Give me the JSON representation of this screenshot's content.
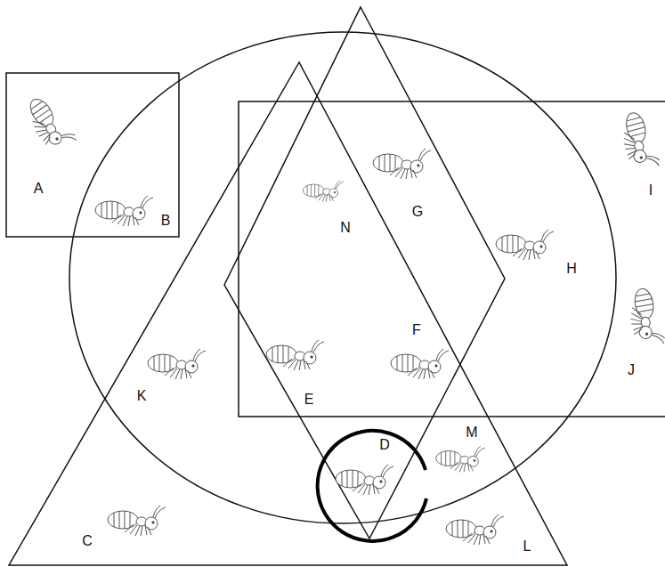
{
  "diagram": {
    "labels": [
      "A",
      "B",
      "I",
      "N",
      "G",
      "H",
      "F",
      "J",
      "K",
      "E",
      "D",
      "M",
      "C",
      "L"
    ]
  }
}
